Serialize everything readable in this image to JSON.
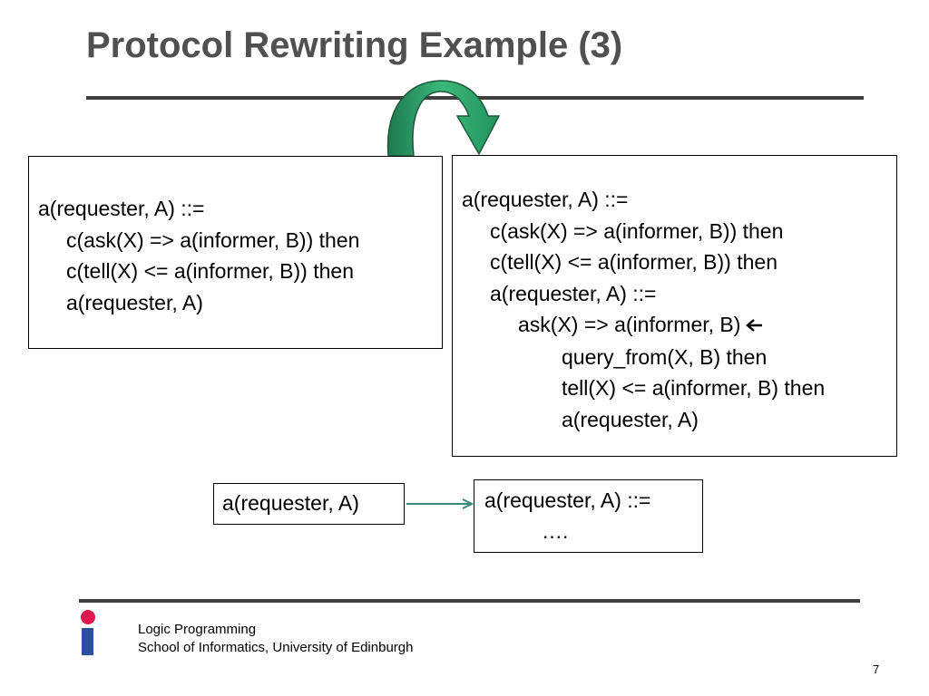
{
  "slide": {
    "title": "Protocol Rewriting Example (3)",
    "left_box": {
      "lines": [
        "a(requester, A) ::=",
        "c(ask(X) => a(informer, B)) then",
        "c(tell(X) <= a(informer, B)) then",
        "a(requester, A)"
      ]
    },
    "right_box": {
      "lines": [
        "a(requester, A) ::=",
        "c(ask(X) => a(informer, B)) then",
        "c(tell(X) <= a(informer, B)) then",
        "a(requester, A) ::=",
        "ask(X) => a(informer, B)",
        "query_from(X, B) then",
        "tell(X) <= a(informer, B) then",
        "a(requester, A)"
      ],
      "arrow_symbol": "🡐"
    },
    "small_left_box": {
      "text": "a(requester, A)"
    },
    "small_right_box": {
      "line1": "a(requester, A) ::=",
      "line2": "…."
    },
    "colors": {
      "title": "#505050",
      "green_arrow": "#2e9e6a",
      "small_arrow": "#3a8a7a"
    }
  },
  "footer": {
    "line1": "Logic Programming",
    "line2": "School of Informatics, University of Edinburgh",
    "page_number": "7"
  }
}
